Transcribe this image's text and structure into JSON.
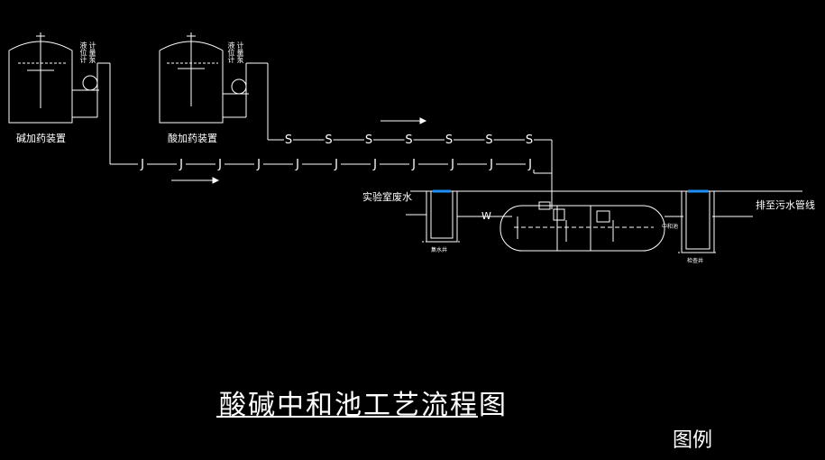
{
  "labels": {
    "alkali_device": "碱加药装置",
    "acid_device": "酸加药装置",
    "lab_wastewater": "实验室废水",
    "discharge": "排至污水管线",
    "w_mark": "W",
    "title": "酸碱中和池工艺流程图",
    "legend": "图例",
    "alkali_side_a": "液位计",
    "alkali_side_b": "计量泵",
    "acid_side_a": "液位计",
    "acid_side_b": "计量泵",
    "pit_left_note": "集水井",
    "pit_right_note": "检查井",
    "tank_mid_note": "中和池"
  },
  "pipe_markers": {
    "s_line": [
      "S",
      "S",
      "S",
      "S",
      "S",
      "S",
      "S"
    ],
    "j_line": [
      "J",
      "J",
      "J",
      "J",
      "J",
      "J",
      "J",
      "J",
      "J",
      "J",
      "J"
    ]
  },
  "colors": {
    "line": "#ffffff",
    "water_level": "#1e90ff",
    "background": "#000000"
  }
}
